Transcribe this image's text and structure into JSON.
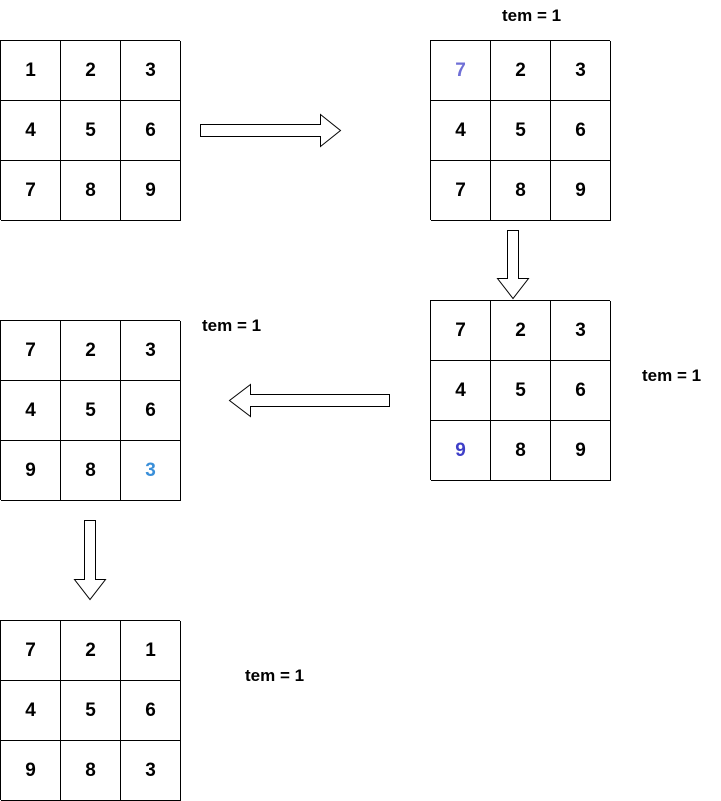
{
  "colors": {
    "default": "#000000",
    "highlight_purple": "#6f6fd6",
    "highlight_blue": "#3f3fc8",
    "highlight_light_blue": "#3a8fd9"
  },
  "grids": [
    {
      "cells": [
        {
          "value": "1"
        },
        {
          "value": "2"
        },
        {
          "value": "3"
        },
        {
          "value": "4"
        },
        {
          "value": "5"
        },
        {
          "value": "6"
        },
        {
          "value": "7"
        },
        {
          "value": "8"
        },
        {
          "value": "9"
        }
      ]
    },
    {
      "label": "tem = 1",
      "cells": [
        {
          "value": "7",
          "color": "#6f6fd6"
        },
        {
          "value": "2"
        },
        {
          "value": "3"
        },
        {
          "value": "4"
        },
        {
          "value": "5"
        },
        {
          "value": "6"
        },
        {
          "value": "7"
        },
        {
          "value": "8"
        },
        {
          "value": "9"
        }
      ]
    },
    {
      "label": "tem = 1",
      "cells": [
        {
          "value": "7"
        },
        {
          "value": "2"
        },
        {
          "value": "3"
        },
        {
          "value": "4"
        },
        {
          "value": "5"
        },
        {
          "value": "6"
        },
        {
          "value": "9",
          "color": "#3f3fc8"
        },
        {
          "value": "8"
        },
        {
          "value": "9"
        }
      ]
    },
    {
      "label": "tem = 1",
      "cells": [
        {
          "value": "7"
        },
        {
          "value": "2"
        },
        {
          "value": "3"
        },
        {
          "value": "4"
        },
        {
          "value": "5"
        },
        {
          "value": "6"
        },
        {
          "value": "9"
        },
        {
          "value": "8"
        },
        {
          "value": "3",
          "color": "#3a8fd9"
        }
      ]
    },
    {
      "label": "tem = 1",
      "cells": [
        {
          "value": "7"
        },
        {
          "value": "2"
        },
        {
          "value": "1"
        },
        {
          "value": "4"
        },
        {
          "value": "5"
        },
        {
          "value": "6"
        },
        {
          "value": "9"
        },
        {
          "value": "8"
        },
        {
          "value": "3"
        }
      ]
    }
  ],
  "arrows": [
    {
      "direction": "right",
      "from": 0,
      "to": 1
    },
    {
      "direction": "down",
      "from": 1,
      "to": 2
    },
    {
      "direction": "left",
      "from": 2,
      "to": 3
    },
    {
      "direction": "down",
      "from": 3,
      "to": 4
    }
  ]
}
